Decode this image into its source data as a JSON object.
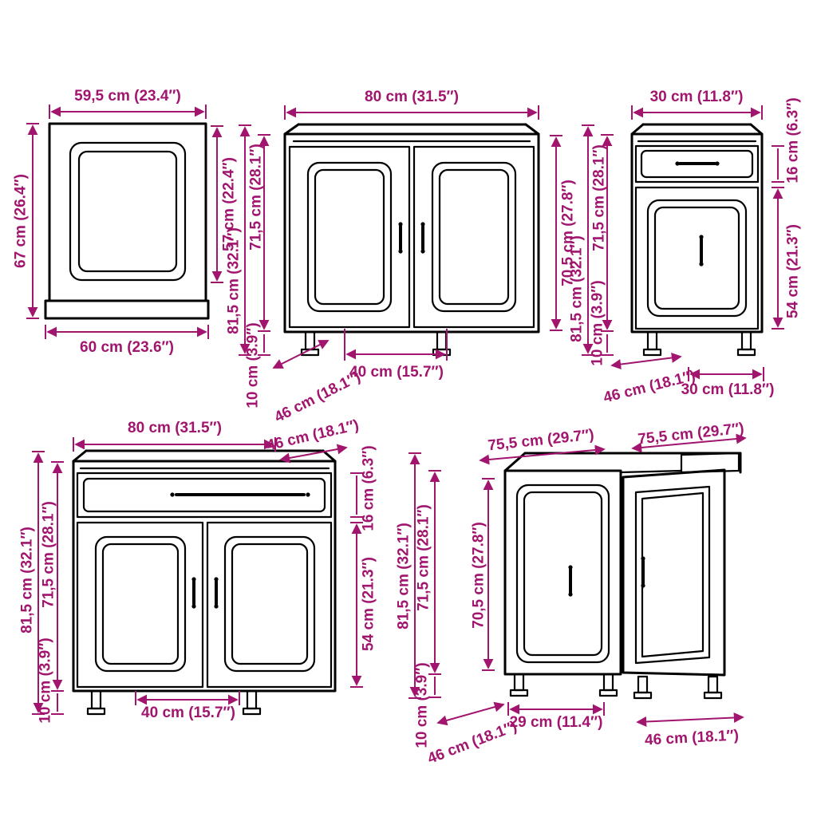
{
  "colors": {
    "dimension": "#a1156e",
    "drawing": "#000000",
    "background": "#ffffff"
  },
  "wall_cabinet": {
    "width_top": "59,5 cm (23.4″)",
    "height_left": "67 cm (26.4″)",
    "height_right": "57 cm (22.4″)",
    "width_bottom": "60 cm (23.6″)"
  },
  "base_cabinet_80_doors": {
    "width_top": "80 cm (31.5″)",
    "height_total": "81,5 cm (32.1″)",
    "height_carcass": "71,5 cm (28.1″)",
    "legs_height": "10 cm (3.9″)",
    "height_front": "70,5 cm (27.8″)",
    "door_width": "40 cm (15.7″)",
    "depth": "46 cm (18.1″)"
  },
  "base_cabinet_30_drawer": {
    "width_top": "30 cm (11.8″)",
    "drawer_height": "16 cm (6.3″)",
    "door_height": "54 cm (21.3″)",
    "height_total": "81,5 cm (32.1″)",
    "height_carcass": "71,5 cm (28.1″)",
    "legs_height": "10 cm (3.9″)",
    "depth": "46 cm (18.1″)",
    "width_bottom": "30 cm (11.8″)"
  },
  "base_cabinet_80_drawer": {
    "width_top": "80 cm (31.5″)",
    "depth": "46 cm (18.1″)",
    "drawer_height": "16 cm (6.3″)",
    "door_height": "54 cm (21.3″)",
    "height_total": "81,5 cm (32.1″)",
    "height_carcass": "71,5 cm (28.1″)",
    "legs_height": "10 cm (3.9″)",
    "door_width": "40 cm (15.7″)"
  },
  "corner_cabinet": {
    "width_left": "75,5 cm (29.7″)",
    "width_right": "75,5 cm (29.7″)",
    "height_total": "81,5 cm (32.1″)",
    "height_carcass": "71,5 cm (28.1″)",
    "height_front": "70,5 cm (27.8″)",
    "legs_height": "10 cm (3.9″)",
    "front_width": "29 cm (11.4″)",
    "depth_left": "46 cm (18.1″)",
    "depth_right": "46 cm (18.1″)"
  }
}
